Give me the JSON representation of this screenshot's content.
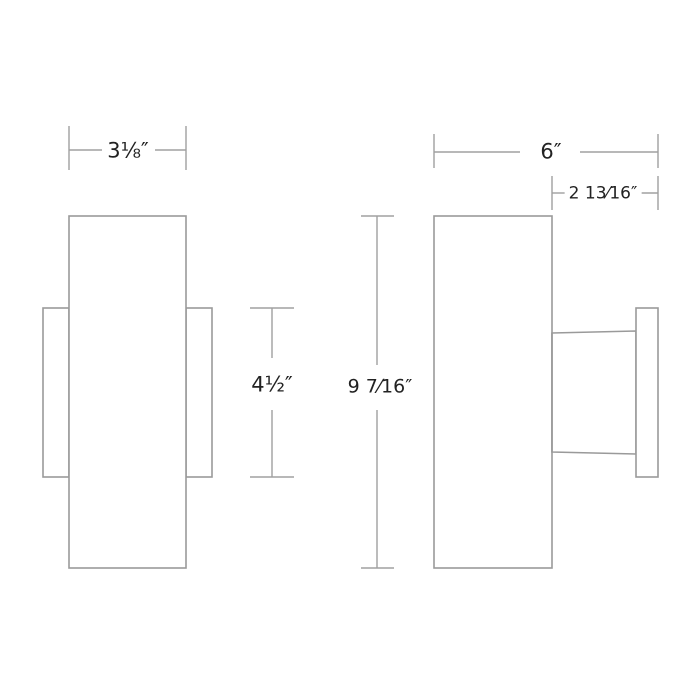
{
  "diagram": {
    "type": "dimension drawing",
    "subject": "wall sconce (front and side views)",
    "colors": {
      "outline": "#9a9a9a",
      "dimension_line": "#a0a0a0",
      "text": "#222222",
      "background": "#ffffff"
    }
  },
  "front_view": {
    "width_label": "3⅛″",
    "bracket_height_label": "4½″"
  },
  "side_view": {
    "height_label": "9 7⁄16″",
    "depth_label": "6″",
    "projection_label": "2 13⁄16″"
  }
}
